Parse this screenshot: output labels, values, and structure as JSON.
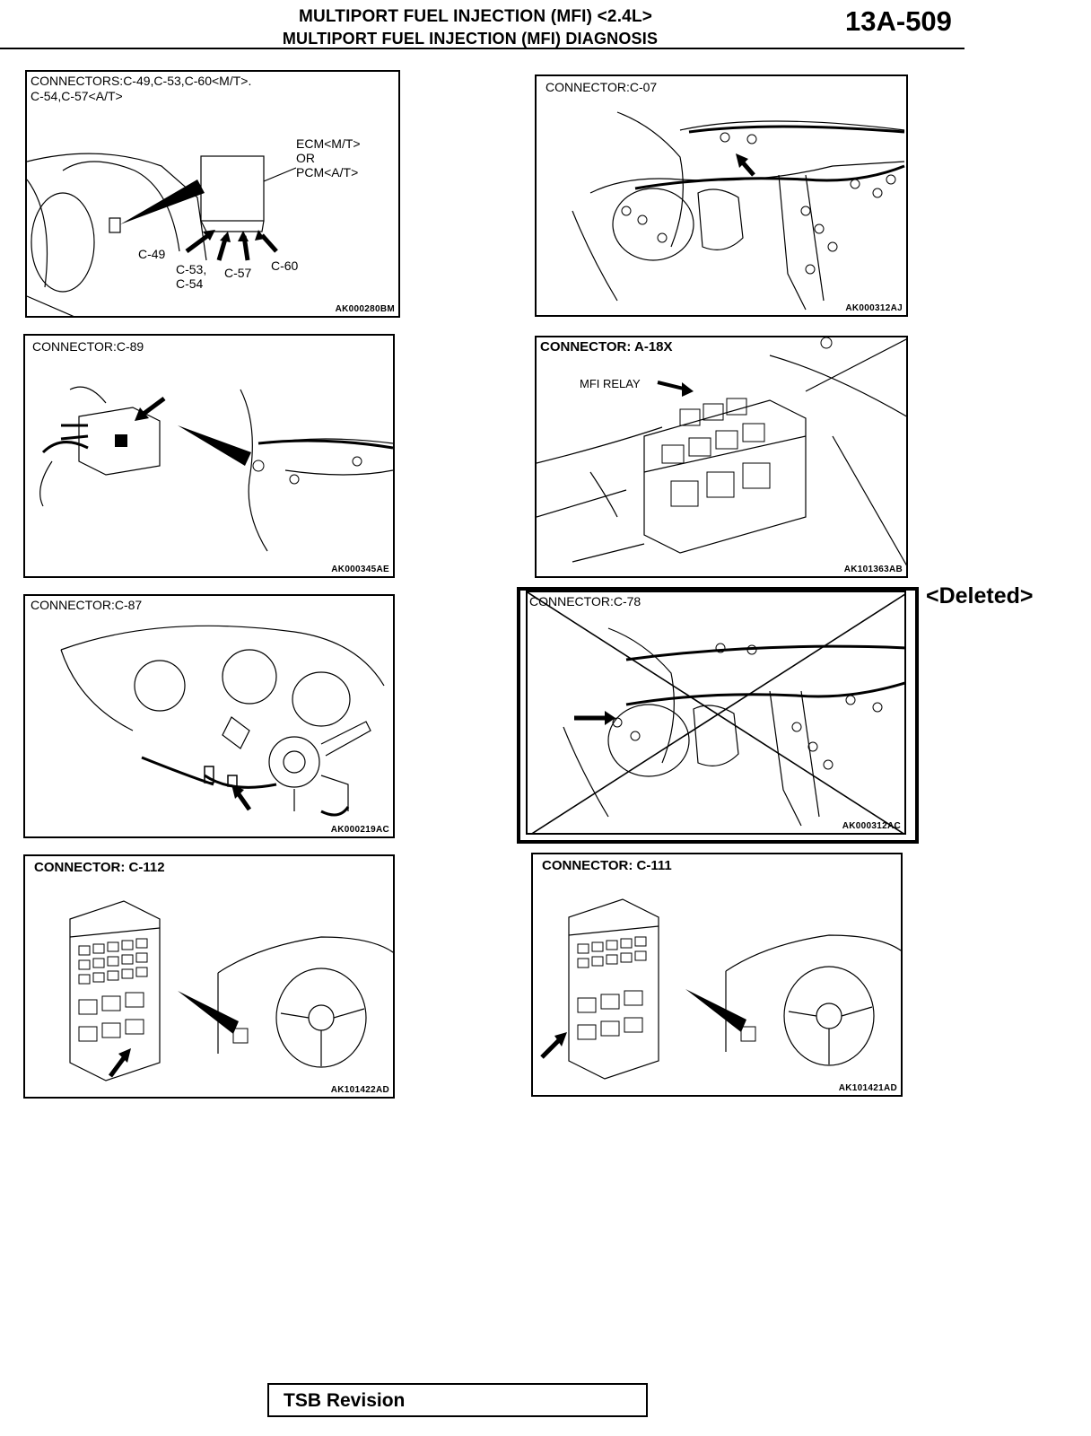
{
  "header": {
    "title_line1": "MULTIPORT FUEL INJECTION (MFI) <2.4L>",
    "title_line2": "MULTIPORT FUEL INJECTION (MFI) DIAGNOSIS",
    "page_number": "13A-509"
  },
  "panels": [
    {
      "caption": "CONNECTORS:C-49,C-53,C-60<M/T>.\nC-54,C-57<A/T>",
      "code": "AK000280BM",
      "labels": {
        "ecm": "ECM<M/T>",
        "or": "OR",
        "pcm": "PCM<A/T>",
        "c49": "C-49",
        "c53": "C-53,",
        "c54": "C-54",
        "c57": "C-57",
        "c60": "C-60"
      }
    },
    {
      "caption": "CONNECTOR:C-07",
      "code": "AK000312AJ"
    },
    {
      "caption": "CONNECTOR:C-89",
      "code": "AK000345AE"
    },
    {
      "caption": "CONNECTOR: A-18X",
      "code": "AK101363AB",
      "labels": {
        "relay": "MFI RELAY"
      }
    },
    {
      "caption": "CONNECTOR:C-87",
      "code": "AK000219AC"
    },
    {
      "caption": "CONNECTOR:C-78",
      "code": "AK000312AC",
      "status": "<Deleted>"
    },
    {
      "caption": "CONNECTOR: C-112",
      "code": "AK101422AD"
    },
    {
      "caption": "CONNECTOR: C-111",
      "code": "AK101421AD"
    }
  ],
  "footer": {
    "tsb_label": "TSB Revision"
  }
}
